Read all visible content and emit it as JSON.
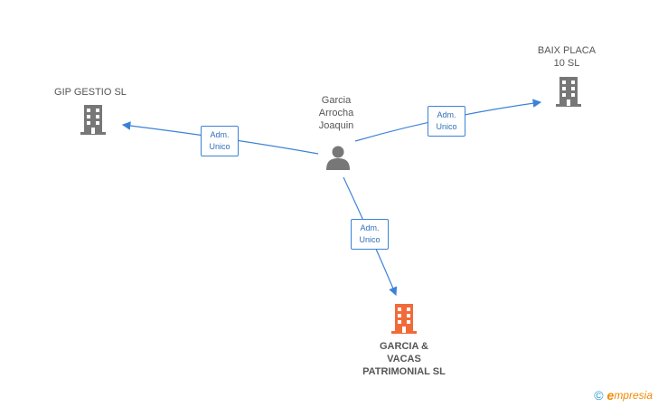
{
  "nodes": {
    "person": {
      "name": "Garcia\nArrocha\nJoaquin",
      "icon": "person-icon"
    },
    "gip": {
      "name": "GIP GESTIO SL",
      "icon": "building-icon"
    },
    "baix": {
      "name": "BAIX PLACA\n10 SL",
      "icon": "building-icon"
    },
    "garcia_vacas": {
      "name": "GARCIA &\nVACAS\nPATRIMONIAL SL",
      "icon": "building-icon"
    }
  },
  "edges": {
    "to_gip": {
      "line1": "Adm.",
      "line2": "Unico"
    },
    "to_baix": {
      "line1": "Adm.",
      "line2": "Unico"
    },
    "to_garcia_vacas": {
      "line1": "Adm.",
      "line2": "Unico"
    }
  },
  "colors": {
    "edge": "#3b82d6",
    "node_gray": "#777777",
    "node_highlight": "#f26a3a"
  },
  "brand": {
    "copyright": "©",
    "name": "mpresia",
    "initial": "e"
  }
}
